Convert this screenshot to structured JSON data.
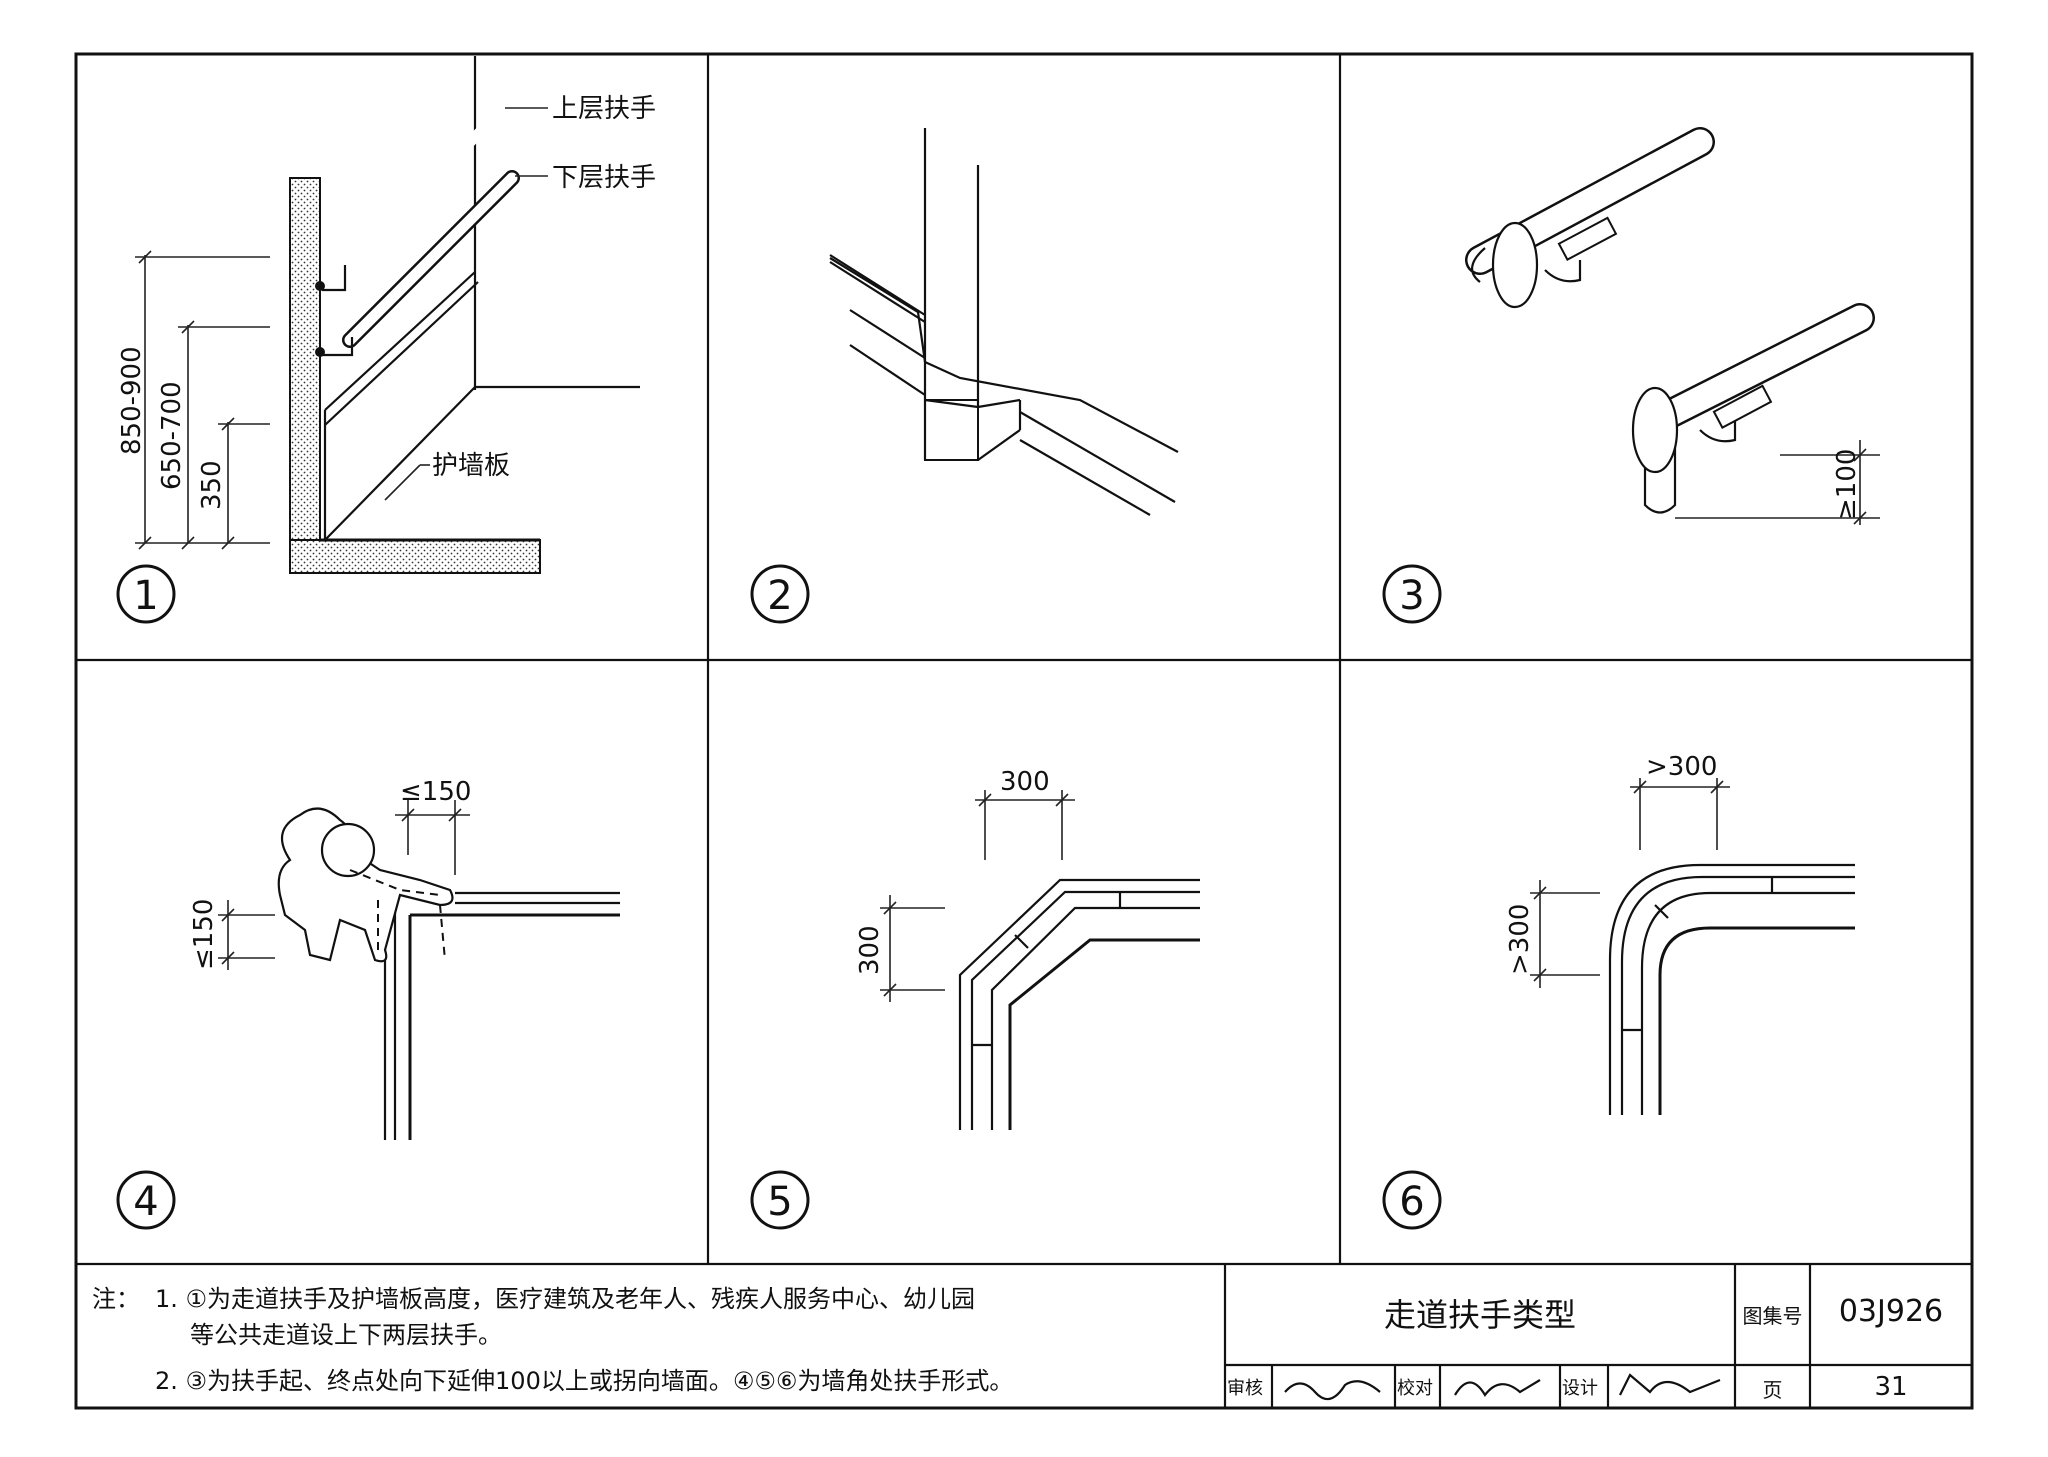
{
  "panels": [
    {
      "id": "1",
      "number": "1"
    },
    {
      "id": "2",
      "number": "2"
    },
    {
      "id": "3",
      "number": "3"
    },
    {
      "id": "4",
      "number": "4"
    },
    {
      "id": "5",
      "number": "5"
    },
    {
      "id": "6",
      "number": "6"
    }
  ],
  "panel1": {
    "upper_rail": "上层扶手",
    "lower_rail": "下层扶手",
    "wall_board": "护墙板",
    "dim_outer": "850-900",
    "dim_mid": "650-700",
    "dim_inner": "350"
  },
  "panel3": {
    "dim": "≥100"
  },
  "panel4": {
    "dim_h": "≤150",
    "dim_v": "≤150"
  },
  "panel5": {
    "dim_h": "300",
    "dim_v": "300"
  },
  "panel6": {
    "dim_h": ">300",
    "dim_v": ">300"
  },
  "notes": {
    "prefix": "注：",
    "line1": "1. ①为走道扶手及护墙板高度，医疗建筑及老年人、残疾人服务中心、幼儿园",
    "line2": "等公共走道设上下两层扶手。",
    "line3": "2. ③为扶手起、终点处向下延伸100以上或拐向墙面。④⑤⑥为墙角处扶手形式。"
  },
  "title_block": {
    "title": "走道扶手类型",
    "atlas_label": "图集号",
    "atlas_no": "03J926",
    "review_label": "审核",
    "check_label": "校对",
    "design_label": "设计",
    "page_label": "页",
    "page_no": "31"
  }
}
